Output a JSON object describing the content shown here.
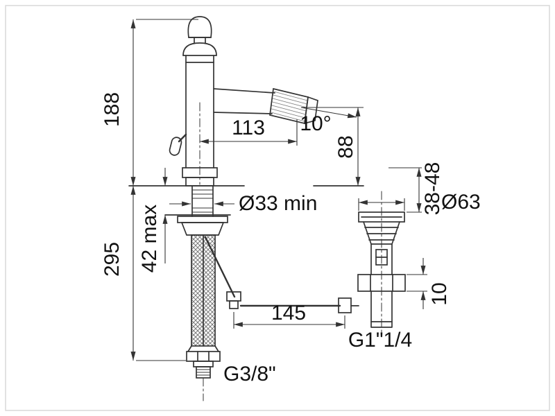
{
  "colors": {
    "line": "#333333",
    "text": "#111111",
    "background": "#ffffff",
    "frame": "#d9d9d9"
  },
  "labels": {
    "height_above_deck": "188",
    "hose_length": "295",
    "deck_thickness_max": "42 max",
    "hole_diameter_min": "Ø33 min",
    "spout_reach": "113",
    "spout_angle": "10°",
    "spout_height": "88",
    "waste_flange_diameter": "Ø63",
    "waste_height_range": "38-48",
    "waste_flange_thickness": "10",
    "rod_reach": "145",
    "waste_thread": "G1\"1/4",
    "hose_thread": "G3/8\""
  }
}
